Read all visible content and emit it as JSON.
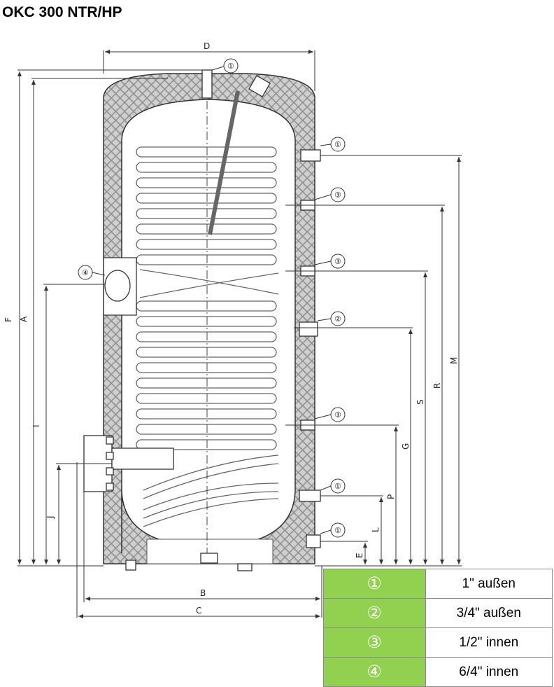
{
  "title": "OKC 300 NTR/HP",
  "dimension_labels": {
    "D": "D",
    "B": "B",
    "C": "C",
    "F": "F",
    "A": "A",
    "I": "I",
    "J": "J",
    "M": "M",
    "R": "R",
    "S": "S",
    "G": "G",
    "P": "P",
    "L": "L",
    "E": "E"
  },
  "callouts": [
    "①",
    "①",
    "③",
    "③",
    "②",
    "③",
    "①",
    "①",
    "④"
  ],
  "legend": [
    {
      "symbol": "①",
      "size": "1\" außen"
    },
    {
      "symbol": "②",
      "size": "3/4\" außen"
    },
    {
      "symbol": "③",
      "size": "1/2\" innen"
    },
    {
      "symbol": "④",
      "size": "6/4\" innen"
    }
  ],
  "colors": {
    "legend_key_bg": "#92d050",
    "insulation": "#c9c9c9"
  }
}
